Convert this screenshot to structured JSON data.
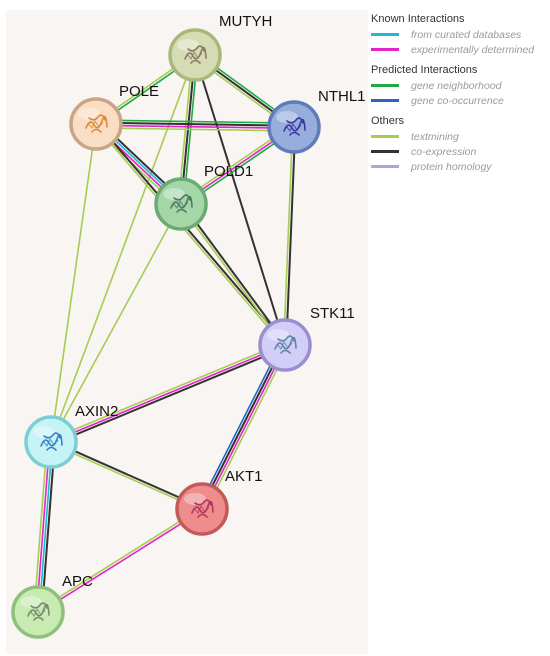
{
  "colors": {
    "background": "#f8f5f2",
    "curated": "#1fb8d8",
    "experimental": "#e024c8",
    "neighborhood": "#1faa46",
    "cooccurrence": "#2a62c6",
    "textmining": "#a6cc52",
    "coexpression": "#333333",
    "homology": "#b7a0db"
  },
  "legend": {
    "groups": [
      {
        "heading": "Known Interactions",
        "items": [
          {
            "label": "from curated databases",
            "color": "#1fb8d8"
          },
          {
            "label": "experimentally determined",
            "color": "#e024c8"
          }
        ]
      },
      {
        "heading": "Predicted Interactions",
        "items": [
          {
            "label": "gene neighborhood",
            "color": "#1faa46"
          },
          {
            "label": "gene co-occurrence",
            "color": "#2a62c6"
          }
        ]
      },
      {
        "heading": "Others",
        "items": [
          {
            "label": "textmining",
            "color": "#a6cc52"
          },
          {
            "label": "co-expression",
            "color": "#333333"
          },
          {
            "label": "protein homology",
            "color": "#b7a0db"
          }
        ]
      }
    ]
  },
  "nodes": [
    {
      "id": "MUTYH",
      "label": "MUTYH",
      "fill": "#d5dcb4",
      "stroke": "#a8b87a",
      "protein": "#8a7a66"
    },
    {
      "id": "POLE",
      "label": "POLE",
      "fill": "#f9dec4",
      "stroke": "#caa485",
      "protein": "#d98a3c"
    },
    {
      "id": "NTHL1",
      "label": "NTHL1",
      "fill": "#97aedd",
      "stroke": "#5f7cb8",
      "protein": "#3a3a9e"
    },
    {
      "id": "POLD1",
      "label": "POLD1",
      "fill": "#a4d6a8",
      "stroke": "#6aaa74",
      "protein": "#4e7a64"
    },
    {
      "id": "STK11",
      "label": "STK11",
      "fill": "#d3cef7",
      "stroke": "#9a8ed0",
      "protein": "#5e86a0"
    },
    {
      "id": "AXIN2",
      "label": "AXIN2",
      "fill": "#c5f3f6",
      "stroke": "#7ccdd4",
      "protein": "#3d80c2"
    },
    {
      "id": "AKT1",
      "label": "AKT1",
      "fill": "#ef8d8d",
      "stroke": "#c25a5a",
      "protein": "#b03860"
    },
    {
      "id": "APC",
      "label": "APC",
      "fill": "#c7ebb0",
      "stroke": "#8fbf7d",
      "protein": "#7a8a70"
    }
  ],
  "edges": [
    {
      "source": "MUTYH",
      "target": "POLE",
      "types": [
        "neighborhood",
        "textmining"
      ]
    },
    {
      "source": "MUTYH",
      "target": "NTHL1",
      "types": [
        "neighborhood",
        "coexpression",
        "textmining"
      ]
    },
    {
      "source": "MUTYH",
      "target": "POLD1",
      "types": [
        "neighborhood",
        "coexpression",
        "textmining"
      ]
    },
    {
      "source": "MUTYH",
      "target": "STK11",
      "types": [
        "coexpression"
      ]
    },
    {
      "source": "MUTYH",
      "target": "AXIN2",
      "types": [
        "textmining"
      ]
    },
    {
      "source": "POLE",
      "target": "NTHL1",
      "types": [
        "neighborhood",
        "coexpression",
        "experimental",
        "textmining"
      ]
    },
    {
      "source": "POLE",
      "target": "POLD1",
      "types": [
        "coexpression",
        "curated",
        "experimental",
        "textmining"
      ]
    },
    {
      "source": "POLE",
      "target": "STK11",
      "types": [
        "coexpression",
        "textmining"
      ]
    },
    {
      "source": "POLE",
      "target": "AXIN2",
      "types": [
        "textmining"
      ]
    },
    {
      "source": "NTHL1",
      "target": "POLD1",
      "types": [
        "neighborhood",
        "experimental",
        "textmining"
      ]
    },
    {
      "source": "NTHL1",
      "target": "STK11",
      "types": [
        "coexpression",
        "textmining"
      ]
    },
    {
      "source": "POLD1",
      "target": "STK11",
      "types": [
        "coexpression",
        "textmining"
      ]
    },
    {
      "source": "POLD1",
      "target": "AXIN2",
      "types": [
        "textmining"
      ]
    },
    {
      "source": "STK11",
      "target": "AXIN2",
      "types": [
        "coexpression",
        "experimental",
        "textmining"
      ]
    },
    {
      "source": "STK11",
      "target": "AKT1",
      "types": [
        "textmining",
        "experimental",
        "coexpression",
        "cooccurrence"
      ]
    },
    {
      "source": "AXIN2",
      "target": "AKT1",
      "types": [
        "coexpression",
        "textmining"
      ]
    },
    {
      "source": "AXIN2",
      "target": "APC",
      "types": [
        "coexpression",
        "curated",
        "experimental",
        "textmining"
      ]
    },
    {
      "source": "AKT1",
      "target": "APC",
      "types": [
        "experimental",
        "textmining"
      ]
    }
  ]
}
